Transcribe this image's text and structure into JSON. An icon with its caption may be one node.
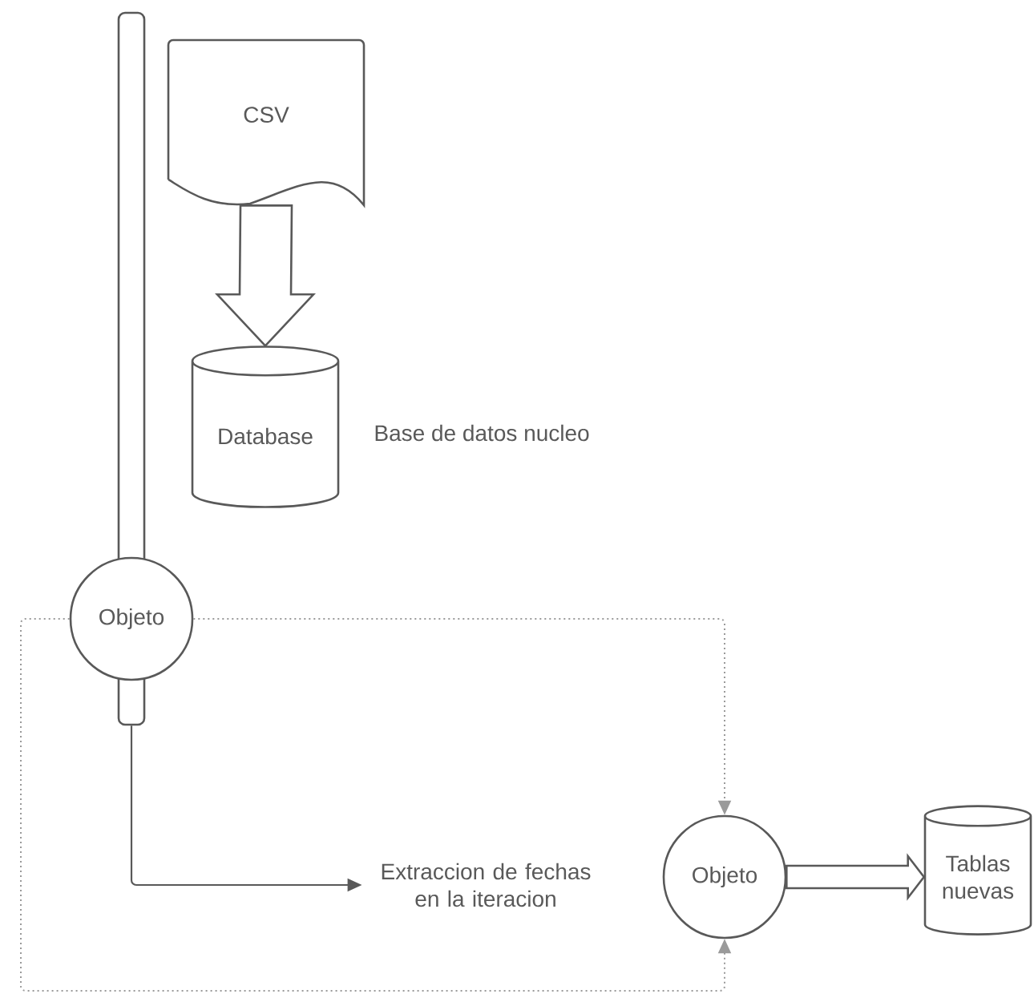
{
  "diagram": {
    "nodes": [
      {
        "text": [],
        "shape": "bar"
      },
      {
        "text": [
          "CSV"
        ]
      },
      {
        "text": [
          "Database"
        ],
        "beside": [
          "Base de datos nucleo"
        ]
      },
      {
        "text": [
          "Objeto"
        ]
      },
      {
        "text": [
          "Extraccion de fechas en la iteracion"
        ]
      },
      {
        "text": [
          "Objeto"
        ]
      },
      {
        "text": [
          "Tablas nuevas"
        ]
      }
    ],
    "edges": [
      {
        "from": 1,
        "to": 2,
        "arrow": "to",
        "style": "thick"
      },
      {
        "from": 0,
        "to": 4,
        "arrow": "to"
      },
      {
        "from": 3,
        "to": 5,
        "arrow": "to",
        "style": "dashed",
        "color": "#9a9a9a"
      },
      {
        "from": 3,
        "to": 5,
        "arrow": "to",
        "style": "dashed",
        "color": "#9a9a9a"
      },
      {
        "from": 5,
        "to": 6,
        "arrow": "to",
        "style": "thick"
      }
    ]
  }
}
